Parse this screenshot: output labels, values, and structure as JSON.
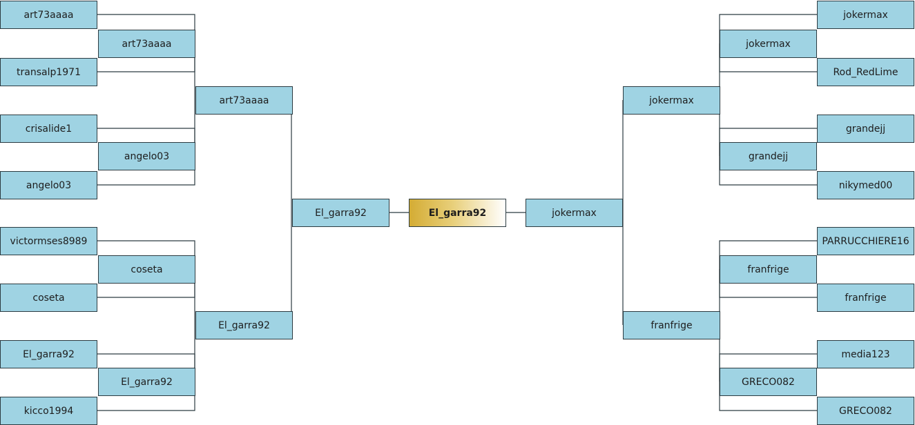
{
  "colors": {
    "box_fill": "#9fd3e3",
    "box_border": "#2b3a40",
    "champion_gold": "#d4ac34",
    "line": "#2b3a40"
  },
  "bracket": {
    "left": {
      "round1": [
        "art73aaaa",
        "transalp1971",
        "crisalide1",
        "angelo03",
        "victormses8989",
        "coseta",
        "El_garra92",
        "kicco1994"
      ],
      "round2": [
        "art73aaaa",
        "angelo03",
        "coseta",
        "El_garra92"
      ],
      "round3": [
        "art73aaaa",
        "El_garra92"
      ],
      "final": "El_garra92"
    },
    "champion": "El_garra92",
    "right": {
      "round1": [
        "jokermax",
        "Rod_RedLime",
        "grandejj",
        "nikymed00",
        "PARRUCCHIERE16",
        "franfrige",
        "media123",
        "GRECO082"
      ],
      "round2": [
        "jokermax",
        "grandejj",
        "franfrige",
        "GRECO082"
      ],
      "round3": [
        "jokermax",
        "franfrige"
      ],
      "final": "jokermax"
    }
  }
}
